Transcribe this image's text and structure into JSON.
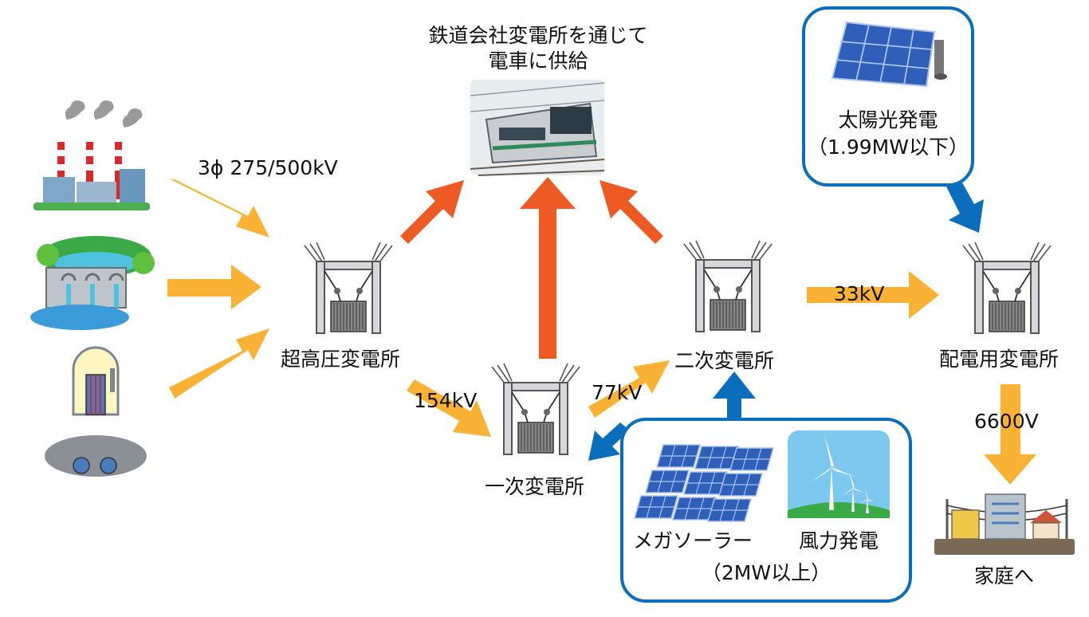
{
  "colors": {
    "supply_arrow": "#F9B233",
    "railway_arrow": "#EE5A24",
    "renewable_arrow": "#0A6EBD",
    "renewable_box_border": "#0A6EBD",
    "steel": "#d5d7da",
    "steel_edge": "#777777"
  },
  "icons": {
    "power_plants": [
      "thermal-power-plant-icon",
      "hydro-dam-icon",
      "nuclear-reactor-icon"
    ],
    "substation": "transformer-substation-icon",
    "train": "electric-train-photo",
    "solar": "solar-panel-icon",
    "wind": "wind-turbine-icon",
    "houses": "houses-power-lines-icon"
  },
  "labels": {
    "railway_line1": "鉄道会社変電所を通じて",
    "railway_line2": "電車に供給",
    "voltage_transmission": "3ϕ 275/500kV",
    "super_high_substation": "超高圧変電所",
    "primary_substation": "一次変電所",
    "secondary_substation": "二次変電所",
    "distribution_substation": "配電用変電所",
    "voltage_154": "154kV",
    "voltage_77": "77kV",
    "voltage_33": "33kV",
    "voltage_6600": "6600V",
    "home": "家庭へ",
    "solar_small_line1": "太陽光発電",
    "solar_small_line2": "（1.99MW以下）",
    "mega_solar": "メガソーラー",
    "wind_power": "風力発電",
    "large_scale": "（2MW以上）"
  }
}
